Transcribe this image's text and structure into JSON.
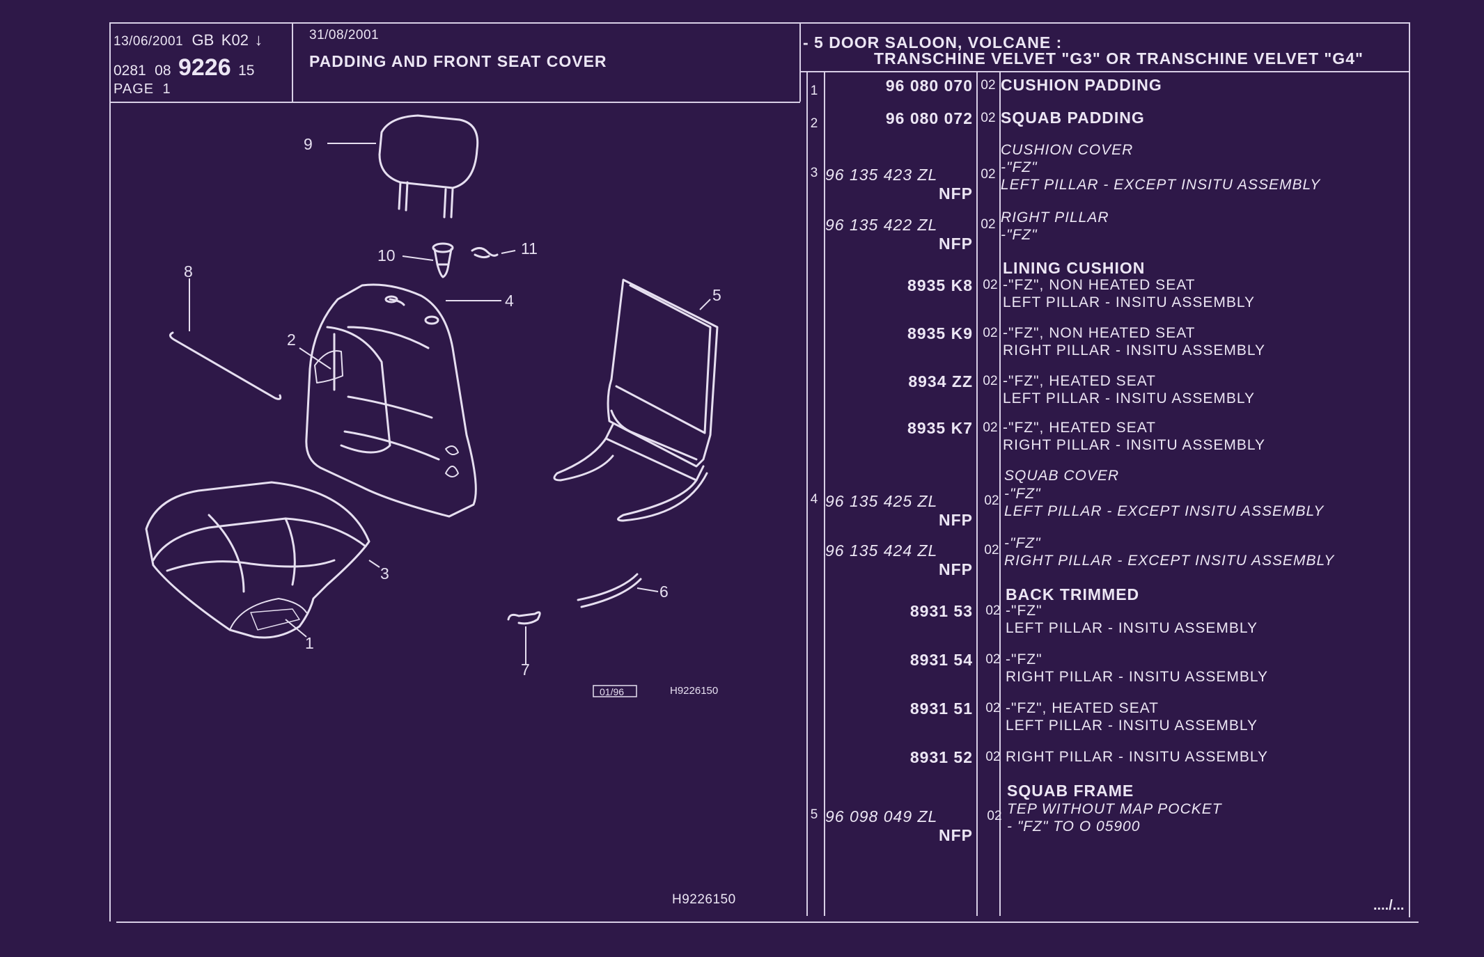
{
  "header": {
    "date_1": "13/06/2001",
    "region": "GB",
    "code": "K02",
    "arrow": "↓",
    "num_prefix_1": "0281",
    "num_prefix_2": "08",
    "plate_number": "9226",
    "num_suffix": "15",
    "page_label": "PAGE",
    "page_number": "1",
    "date_2": "31/08/2001",
    "title": "PADDING AND FRONT SEAT COVER",
    "model_line_1": "- 5 DOOR SALOON, VOLCANE :",
    "model_line_2": "TRANSCHINE VELVET \"G3\" OR TRANSCHINE VELVET \"G4\""
  },
  "diagram": {
    "callouts": [
      "1",
      "2",
      "3",
      "4",
      "5",
      "6",
      "7",
      "8",
      "9",
      "10",
      "11"
    ],
    "stamp_box": "01/96",
    "stamp_ref": "H9226150",
    "footer_ref": "H9226150"
  },
  "parts": [
    {
      "item": "1",
      "ref": "96 080 070",
      "nfp": "",
      "qty": "02",
      "lines": [
        {
          "t": "CUSHION PADDING",
          "s": "bold"
        }
      ]
    },
    {
      "item": "2",
      "ref": "96 080 072",
      "nfp": "",
      "qty": "02",
      "lines": [
        {
          "t": "SQUAB PADDING",
          "s": "bold"
        }
      ]
    },
    {
      "item": "",
      "ref": "",
      "nfp": "",
      "qty": "",
      "lines": [
        {
          "t": "CUSHION COVER",
          "s": "italic"
        }
      ]
    },
    {
      "item": "3",
      "ref": "96 135 423 ZL",
      "nfp": "NFP",
      "qty": "02",
      "lines": [
        {
          "t": "-\"FZ\"",
          "s": "italic"
        },
        {
          "t": "LEFT PILLAR - EXCEPT INSITU ASSEMBLY",
          "s": "italic"
        }
      ]
    },
    {
      "item": "",
      "ref": "96 135 422 ZL",
      "nfp": "NFP",
      "qty": "02",
      "lines": [
        {
          "t": "RIGHT PILLAR",
          "s": "italic"
        },
        {
          "t": "-\"FZ\"",
          "s": "italic"
        }
      ]
    },
    {
      "item": "",
      "ref": "",
      "nfp": "",
      "qty": "",
      "lines": [
        {
          "t": "LINING CUSHION",
          "s": "bold"
        }
      ]
    },
    {
      "item": "",
      "ref": "8935 K8",
      "nfp": "",
      "qty": "02",
      "lines": [
        {
          "t": "-\"FZ\", NON HEATED SEAT",
          "s": "normal"
        },
        {
          "t": "LEFT PILLAR - INSITU ASSEMBLY",
          "s": "normal"
        }
      ]
    },
    {
      "item": "",
      "ref": "8935 K9",
      "nfp": "",
      "qty": "02",
      "lines": [
        {
          "t": "-\"FZ\", NON HEATED SEAT",
          "s": "normal"
        },
        {
          "t": "RIGHT PILLAR - INSITU ASSEMBLY",
          "s": "normal"
        }
      ]
    },
    {
      "item": "",
      "ref": "8934 ZZ",
      "nfp": "",
      "qty": "02",
      "lines": [
        {
          "t": "-\"FZ\", HEATED SEAT",
          "s": "normal"
        },
        {
          "t": "LEFT PILLAR - INSITU ASSEMBLY",
          "s": "normal"
        }
      ]
    },
    {
      "item": "",
      "ref": "8935 K7",
      "nfp": "",
      "qty": "02",
      "lines": [
        {
          "t": "-\"FZ\", HEATED SEAT",
          "s": "normal"
        },
        {
          "t": "RIGHT PILLAR - INSITU ASSEMBLY",
          "s": "normal"
        }
      ]
    },
    {
      "item": "",
      "ref": "",
      "nfp": "",
      "qty": "",
      "lines": [
        {
          "t": "SQUAB COVER",
          "s": "italic"
        }
      ]
    },
    {
      "item": "4",
      "ref": "96 135 425 ZL",
      "nfp": "NFP",
      "qty": "02",
      "lines": [
        {
          "t": "-\"FZ\"",
          "s": "italic"
        },
        {
          "t": "LEFT PILLAR - EXCEPT INSITU ASSEMBLY",
          "s": "italic"
        }
      ]
    },
    {
      "item": "",
      "ref": "96 135 424 ZL",
      "nfp": "NFP",
      "qty": "02",
      "lines": [
        {
          "t": "-\"FZ\"",
          "s": "italic"
        },
        {
          "t": "RIGHT PILLAR - EXCEPT INSITU ASSEMBLY",
          "s": "italic"
        }
      ]
    },
    {
      "item": "",
      "ref": "",
      "nfp": "",
      "qty": "",
      "lines": [
        {
          "t": "BACK TRIMMED",
          "s": "bold"
        }
      ]
    },
    {
      "item": "",
      "ref": "8931 53",
      "nfp": "",
      "qty": "02",
      "lines": [
        {
          "t": "-\"FZ\"",
          "s": "normal"
        },
        {
          "t": "LEFT PILLAR - INSITU ASSEMBLY",
          "s": "normal"
        }
      ]
    },
    {
      "item": "",
      "ref": "8931 54",
      "nfp": "",
      "qty": "02",
      "lines": [
        {
          "t": "-\"FZ\"",
          "s": "normal"
        },
        {
          "t": "RIGHT PILLAR - INSITU ASSEMBLY",
          "s": "normal"
        }
      ]
    },
    {
      "item": "",
      "ref": "8931 51",
      "nfp": "",
      "qty": "02",
      "lines": [
        {
          "t": "-\"FZ\", HEATED SEAT",
          "s": "normal"
        },
        {
          "t": "LEFT PILLAR - INSITU ASSEMBLY",
          "s": "normal"
        }
      ]
    },
    {
      "item": "",
      "ref": "8931 52",
      "nfp": "",
      "qty": "02",
      "lines": [
        {
          "t": "RIGHT PILLAR - INSITU ASSEMBLY",
          "s": "normal"
        }
      ]
    },
    {
      "item": "",
      "ref": "",
      "nfp": "",
      "qty": "",
      "lines": [
        {
          "t": "SQUAB FRAME",
          "s": "bold"
        }
      ]
    },
    {
      "item": "5",
      "ref": "96 098 049 ZL",
      "nfp": "NFP",
      "qty": "02",
      "lines": [
        {
          "t": "TEP WITHOUT MAP POCKET",
          "s": "italic"
        },
        {
          "t": "-    \"FZ\" TO  O  05900",
          "s": "italic"
        }
      ]
    }
  ],
  "continuation": "..../..."
}
